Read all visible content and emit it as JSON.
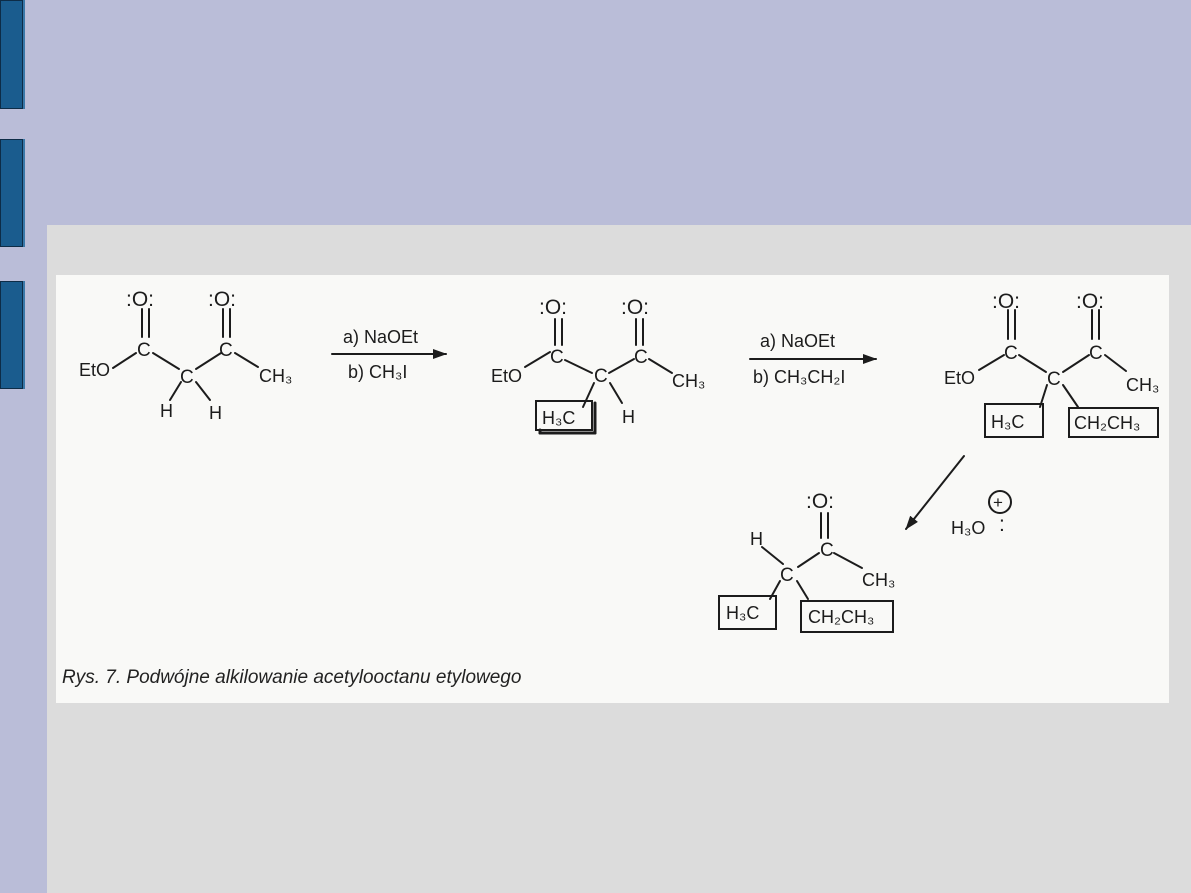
{
  "figure": {
    "caption": "Rys. 7. Podwójne alkilowanie acetylooctanu etylowego",
    "step1": {
      "reagent_a": "a) NaOEt",
      "reagent_b": "b) CH₃I"
    },
    "step2": {
      "reagent_a": "a) NaOEt",
      "reagent_b": "b) CH₃CH₂I"
    },
    "step3": {
      "reagent": "H₃O",
      "charge": "+"
    },
    "labels": {
      "carbonyl_oxygen": ":O:",
      "ester_group": "EtO",
      "carbon": "C",
      "methyl": "CH₃",
      "hydrogen": "H",
      "methyl_substituent": "H₃C",
      "ethyl_substituent": "CH₂CH₃"
    }
  },
  "colors": {
    "header_band": "#babdd8",
    "sidebar_block": "#1a5c8e",
    "panel": "#dcdcdc",
    "scan_paper": "#f9f9f7"
  }
}
